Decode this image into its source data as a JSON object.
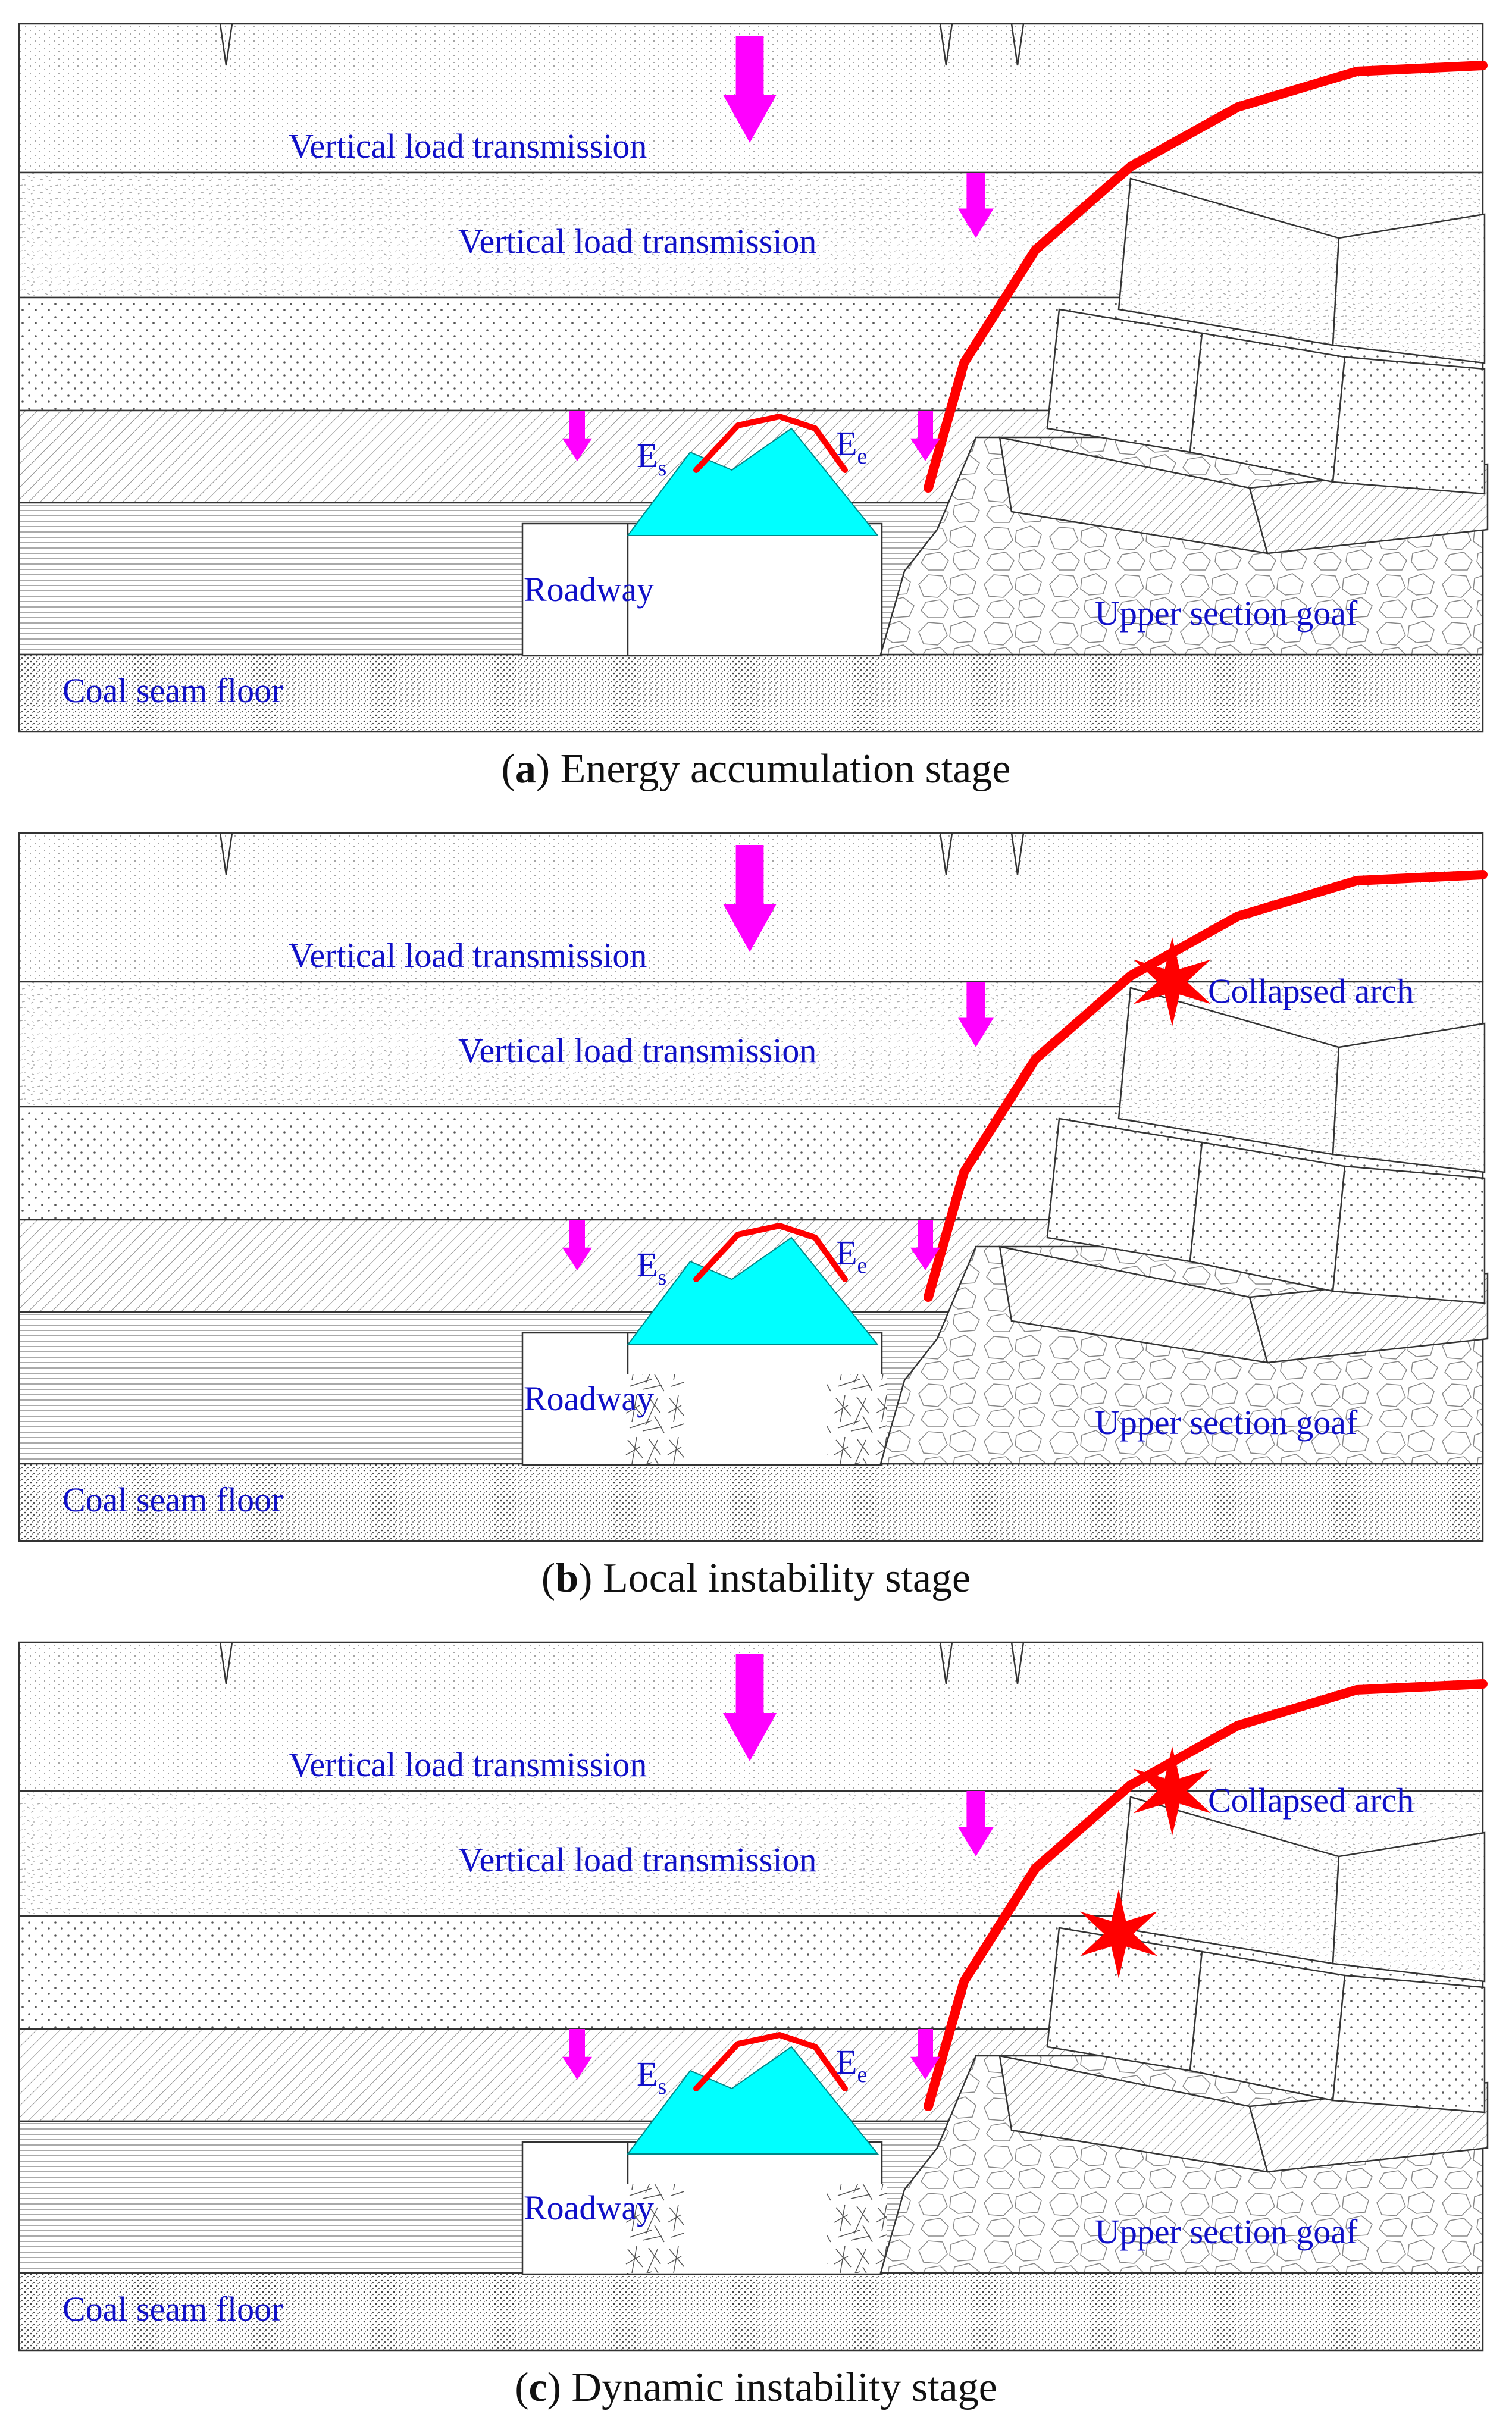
{
  "colors": {
    "label": "#1010c8",
    "arrow": "#ff00ff",
    "curve": "#ff0000",
    "zone": "#00ffff",
    "caption": "#111111"
  },
  "panels": [
    {
      "caption_letter": "a",
      "caption_text": " Energy accumulation stage",
      "labels": {
        "vlt_top": "Vertical load transmission",
        "vlt_mid": "Vertical load transmission",
        "es_main": "E",
        "es_sub": "s",
        "ee_main": "E",
        "ee_sub": "e",
        "roadway": "Roadway",
        "goaf": "Upper section goaf",
        "floor": "Coal seam floor"
      }
    },
    {
      "caption_letter": "b",
      "caption_text": " Local instability stage",
      "labels": {
        "vlt_top": "Vertical load transmission",
        "vlt_mid": "Vertical load transmission",
        "es_main": "E",
        "es_sub": "s",
        "ee_main": "E",
        "ee_sub": "e",
        "roadway": "Roadway",
        "goaf": "Upper section goaf",
        "floor": "Coal seam floor",
        "collapsed": "Collapsed arch"
      }
    },
    {
      "caption_letter": "c",
      "caption_text": " Dynamic instability stage",
      "labels": {
        "vlt_top": "Vertical load transmission",
        "vlt_mid": "Vertical load transmission",
        "es_main": "E",
        "es_sub": "s",
        "ee_main": "E",
        "ee_sub": "e",
        "roadway": "Roadway",
        "goaf": "Upper section goaf",
        "floor": "Coal seam floor",
        "collapsed": "Collapsed arch"
      }
    }
  ]
}
